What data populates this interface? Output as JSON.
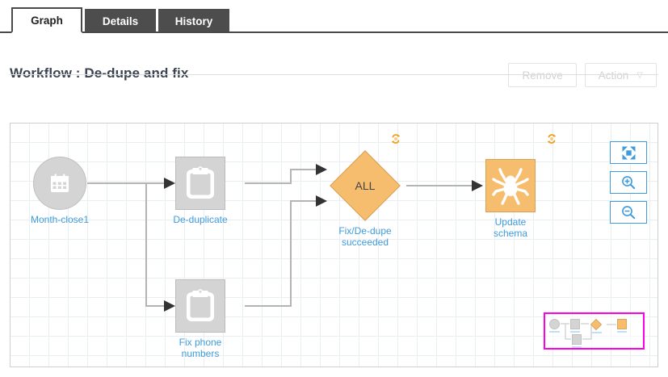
{
  "tabs": [
    {
      "label": "Graph",
      "active": true
    },
    {
      "label": "Details",
      "active": false
    },
    {
      "label": "History",
      "active": false
    }
  ],
  "header": {
    "title": "Workflow : De-dupe and fix",
    "remove_label": "Remove",
    "action_label": "Action",
    "action_caret": "▽"
  },
  "canvas": {
    "nodes": [
      {
        "id": "month-close1",
        "label": "Month-close1",
        "shape": "circle",
        "icon": "calendar-icon",
        "color": "#d4d4d4",
        "recurring": false
      },
      {
        "id": "de-duplicate",
        "label": "De-duplicate",
        "shape": "square",
        "icon": "clipboard-icon",
        "color": "#d4d4d4",
        "recurring": false
      },
      {
        "id": "fix-phone-numbers",
        "label": "Fix phone numbers",
        "label_line1": "Fix phone",
        "label_line2": "numbers",
        "shape": "square",
        "icon": "clipboard-icon",
        "color": "#d4d4d4",
        "recurring": false
      },
      {
        "id": "fix-dedupe-succeeded",
        "label": "Fix/De-dupe succeeded",
        "label_line1": "Fix/De-dupe",
        "label_line2": "succeeded",
        "shape": "diamond",
        "text": "ALL",
        "color": "#f7bd6e",
        "recurring": true
      },
      {
        "id": "update-schema",
        "label": "Update schema",
        "label_line1": "Update",
        "label_line2": "schema",
        "shape": "square",
        "icon": "spider-icon",
        "color": "#f7bd6e",
        "recurring": true
      }
    ],
    "zoom_controls": [
      {
        "name": "fit-to-screen-button",
        "icon": "expand-arrows-icon"
      },
      {
        "name": "zoom-in-button",
        "icon": "magnifier-plus-icon"
      },
      {
        "name": "zoom-out-button",
        "icon": "magnifier-minus-icon"
      }
    ],
    "minimap": {
      "viewport_color": "#ff00e6"
    }
  },
  "colors": {
    "node_label": "#3f9bdc",
    "accent_blue": "#3f9bdc",
    "orange": "#f7bd6e",
    "grey": "#d4d4d4",
    "minimap_border": "#ff00e6"
  }
}
